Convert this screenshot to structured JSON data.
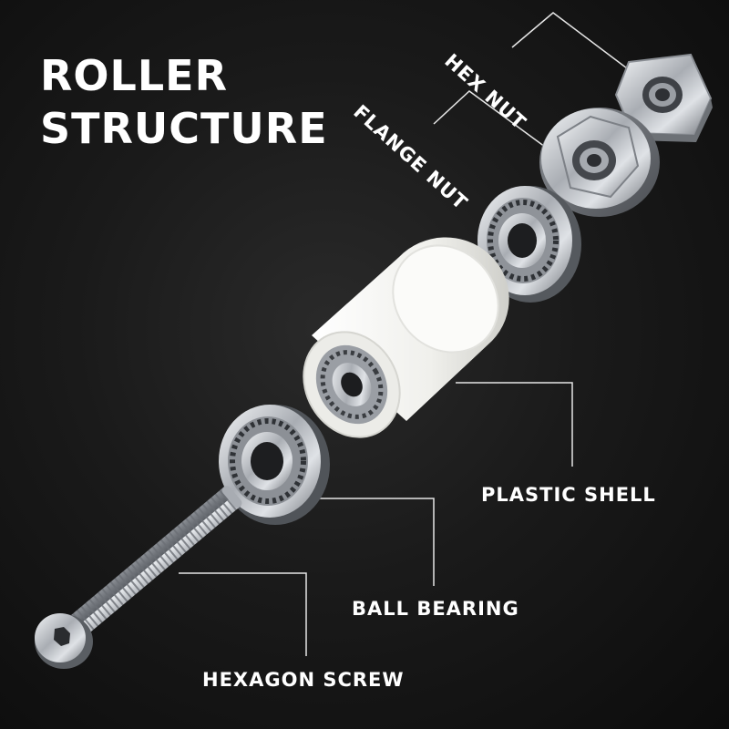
{
  "title": {
    "line1": "ROLLER",
    "line2": "STRUCTURE"
  },
  "labels": {
    "hex_nut": "HEX NUT",
    "flange_nut": "FLANGE NUT",
    "plastic_shell": "PLASTIC SHELL",
    "ball_bearing": "BALL BEARING",
    "hexagon_screw": "HEXAGON SCREW"
  },
  "colors": {
    "background": "#141414",
    "text": "#ffffff",
    "leader_lines": "#e6e6e6",
    "metal": "#c9ccd0",
    "plastic": "#f2f2ef"
  }
}
